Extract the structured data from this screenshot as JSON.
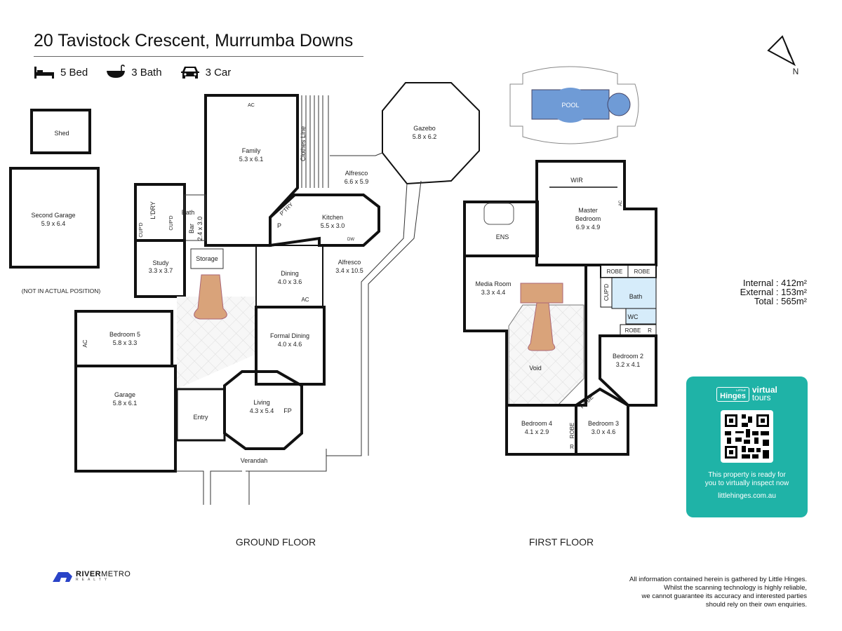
{
  "header": {
    "title": "20 Tavistock Crescent, Murrumba Downs",
    "features": [
      {
        "icon": "bed-icon",
        "label": "5 Bed"
      },
      {
        "icon": "bath-icon",
        "label": "3 Bath"
      },
      {
        "icon": "car-icon",
        "label": "3 Car"
      }
    ]
  },
  "compass": {
    "label": "N"
  },
  "ground_floor": {
    "label": "GROUND FLOOR",
    "rooms": {
      "shed": {
        "name": "Shed"
      },
      "second_garage": {
        "name": "Second Garage",
        "size": "5.9 x 6.4"
      },
      "note": "(NOT IN ACTUAL POSITION)",
      "family": {
        "name": "Family",
        "size": "5.3 x 6.1"
      },
      "clothes_line": {
        "name": "Clothes Line"
      },
      "gazebo": {
        "name": "Gazebo",
        "size": "5.8 x 6.2"
      },
      "alfresco_1": {
        "name": "Alfresco",
        "size": "6.6 x 5.9"
      },
      "laundry": {
        "name": "L'DRY"
      },
      "bath": {
        "name": "Bath"
      },
      "cupd_1": {
        "name": "CUP'D"
      },
      "cupd_2": {
        "name": "CUP'D"
      },
      "bar": {
        "name": "Bar",
        "size": "2.4 x 3.0"
      },
      "pantry": {
        "name": "P'TRY"
      },
      "p": {
        "name": "P"
      },
      "kitchen": {
        "name": "Kitchen",
        "size": "5.5 x 3.0"
      },
      "dw": {
        "name": "DW"
      },
      "study": {
        "name": "Study",
        "size": "3.3 x 3.7"
      },
      "storage": {
        "name": "Storage"
      },
      "dining": {
        "name": "Dining",
        "size": "4.0 x 3.6"
      },
      "alfresco_2": {
        "name": "Alfresco",
        "size": "3.4 x 10.5"
      },
      "bedroom_5": {
        "name": "Bedroom 5",
        "size": "5.8 x 3.3"
      },
      "formal_dining": {
        "name": "Formal Dining",
        "size": "4.0 x 4.6"
      },
      "garage": {
        "name": "Garage",
        "size": "5.8 x 6.1"
      },
      "living": {
        "name": "Living",
        "size": "4.3 x 5.4"
      },
      "fp": {
        "name": "FP"
      },
      "entry": {
        "name": "Entry"
      },
      "verandah": {
        "name": "Verandah"
      },
      "ac": "AC"
    }
  },
  "pool": {
    "name": "POOL"
  },
  "first_floor": {
    "label": "FIRST FLOOR",
    "rooms": {
      "wir": {
        "name": "WIR"
      },
      "master": {
        "name_1": "Master",
        "name_2": "Bedroom",
        "size": "6.9 x 4.9"
      },
      "ens": {
        "name": "ENS"
      },
      "media": {
        "name": "Media Room",
        "size": "3.3 x 4.4"
      },
      "robe": "ROBE",
      "r": "R",
      "cupd": "CUP'D",
      "bath": {
        "name": "Bath"
      },
      "wc": {
        "name": "WC"
      },
      "void": {
        "name": "Void"
      },
      "bedroom_2": {
        "name": "Bedroom 2",
        "size": "3.2 x 4.1"
      },
      "bedroom_3": {
        "name": "Bedroom 3",
        "size": "3.0 x 4.6"
      },
      "bedroom_4": {
        "name": "Bedroom 4",
        "size": "4.1 x 2.9"
      },
      "ac": "AC"
    }
  },
  "areas": {
    "internal": {
      "label": "Internal",
      "value": ": 412m²"
    },
    "external": {
      "label": "External",
      "value": ": 153m²"
    },
    "total": {
      "label": "Total",
      "value": ": 565m²"
    }
  },
  "virtual_tour": {
    "brand_small": "LITTLE",
    "brand": "Hinges",
    "product_1": "virtual",
    "product_2": "tours",
    "message_1": "This property is ready for",
    "message_2": "you to virtually inspect now",
    "url": "littlehinges.com.au",
    "color": "#1fb3a7"
  },
  "agency": {
    "name_bold": "RIVER",
    "name_light": "METRO",
    "sub": "REALTY",
    "color": "#2a44c8"
  },
  "disclaimer": [
    "All information contained herein is gathered by Little Hinges.",
    "Whilst the scanning technology is highly reliable,",
    "we cannot guarantee its accuracy and interested parties",
    "should rely on their own enquiries."
  ]
}
